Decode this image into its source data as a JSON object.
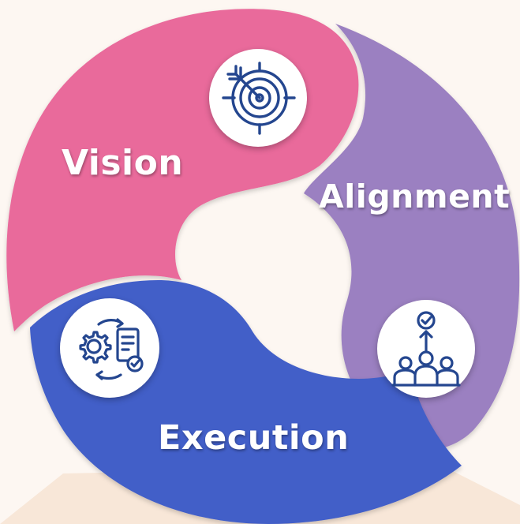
{
  "diagram": {
    "segments": [
      {
        "id": "vision",
        "label": "Vision",
        "color": "#e96b9b",
        "icon": "target-arrow-icon"
      },
      {
        "id": "alignment",
        "label": "Alignment",
        "color": "#9b80c1",
        "icon": "team-alignment-icon"
      },
      {
        "id": "execution",
        "label": "Execution",
        "color": "#435fc8",
        "icon": "process-gear-checklist-icon"
      }
    ],
    "icon_color": "#24468f",
    "background_color": "#fdf7f2"
  }
}
